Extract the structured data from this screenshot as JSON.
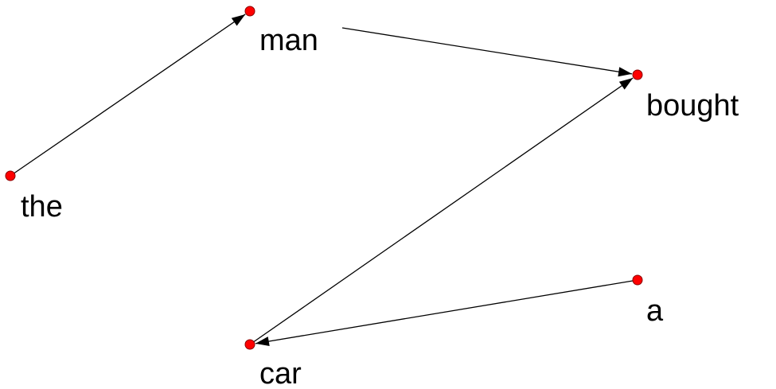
{
  "nodes": [
    {
      "id": "the",
      "label": "the"
    },
    {
      "id": "man",
      "label": "man"
    },
    {
      "id": "bought",
      "label": "bought"
    },
    {
      "id": "car",
      "label": "car"
    },
    {
      "id": "a",
      "label": "a"
    }
  ],
  "edges": [
    {
      "from": "the",
      "to": "man"
    },
    {
      "from": "man",
      "to": "bought"
    },
    {
      "from": "car",
      "to": "bought"
    },
    {
      "from": "a",
      "to": "car"
    }
  ],
  "colors": {
    "node": "#ff0000",
    "edge": "#000000",
    "text": "#000000",
    "background": "#ffffff"
  }
}
